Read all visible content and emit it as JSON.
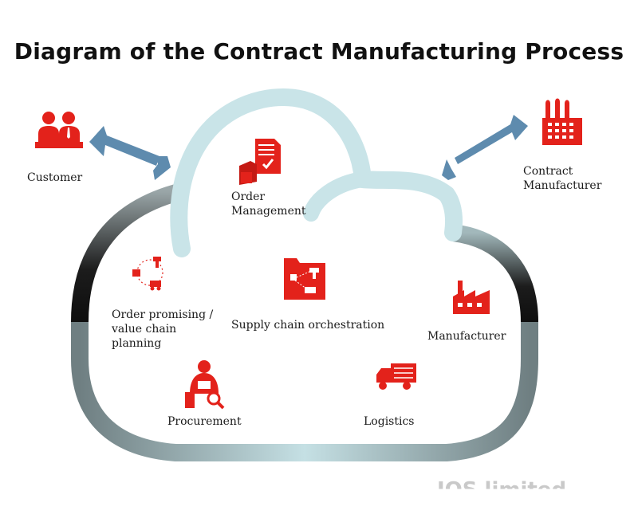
{
  "title": "Diagram of the Contract Manufacturing Process",
  "colors": {
    "accent_red": "#e3221b",
    "arrow_blue": "#5e8bae",
    "cloud_dark": "#1a1a1a",
    "cloud_gray": "#7e8c8e",
    "cloud_light": "#c7e3e7"
  },
  "outside": {
    "customer": {
      "label": "Customer",
      "icon": "customer-icon"
    },
    "contract_manufacturer": {
      "label_line1": "Contract",
      "label_line2": "Manufacturer",
      "icon": "factory-icon"
    }
  },
  "nodes": {
    "order_management": {
      "label_line1": "Order",
      "label_line2": "Management",
      "icon": "order-document-icon"
    },
    "order_promising": {
      "label_line1": "Order promising /",
      "label_line2": "value chain",
      "label_line3": "planning",
      "icon": "planning-network-icon"
    },
    "supply_chain": {
      "label": "Supply chain orchestration",
      "icon": "orchestration-folder-icon"
    },
    "manufacturer": {
      "label": "Manufacturer",
      "icon": "factory-icon"
    },
    "procurement": {
      "label": "Procurement",
      "icon": "procurement-person-icon"
    },
    "logistics": {
      "label": "Logistics",
      "icon": "delivery-truck-icon"
    }
  },
  "watermark": "JOS limited"
}
